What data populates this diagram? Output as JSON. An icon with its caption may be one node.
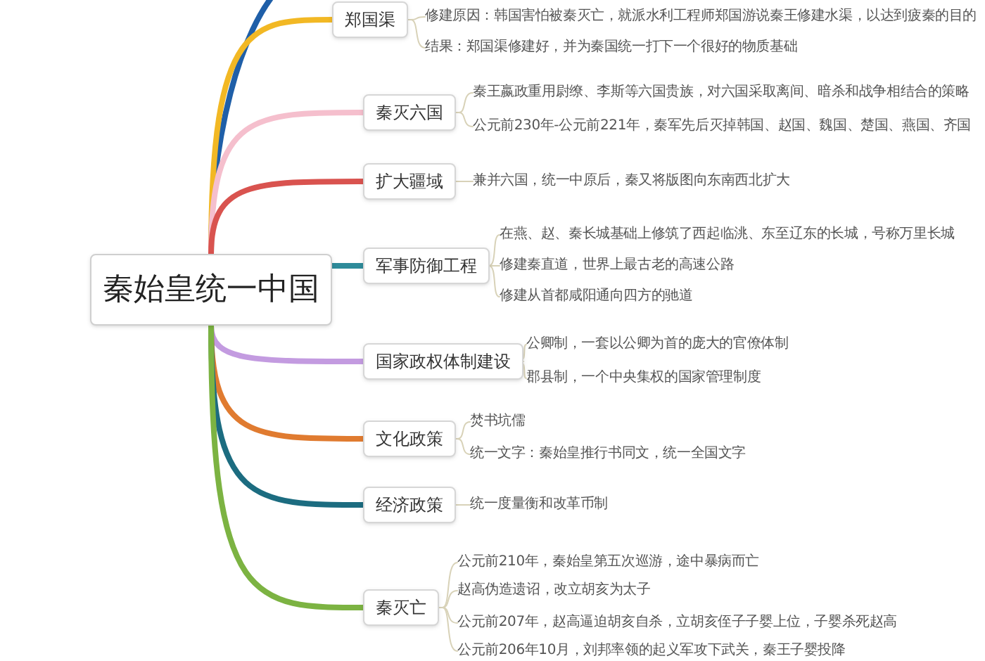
{
  "diagram": {
    "nodes": [
      {
        "text": [
          "秦始皇统一中国"
        ]
      },
      {
        "text": [
          "郑国渠"
        ]
      },
      {
        "text": [
          "修建原因：韩国害怕被秦灭亡，就派水利工程师郑国游说秦王修建水渠，以达到疲秦的目的"
        ]
      },
      {
        "text": [
          "结果：郑国渠修建好，并为秦国统一打下一个很好的物质基础"
        ]
      },
      {
        "text": [
          "秦灭六国"
        ]
      },
      {
        "text": [
          "秦王嬴政重用尉缭、李斯等六国贵族，对六国采取离间、暗杀和战争相结合的策略"
        ]
      },
      {
        "text": [
          "公元前230年-公元前221年，秦军先后灭掉韩国、赵国、魏国、楚国、燕国、齐国"
        ]
      },
      {
        "text": [
          "扩大疆域"
        ]
      },
      {
        "text": [
          "兼并六国，统一中原后，秦又将版图向东南西北扩大"
        ]
      },
      {
        "text": [
          "军事防御工程"
        ]
      },
      {
        "text": [
          "在燕、赵、秦长城基础上修筑了西起临洮、东至辽东的长城，号称万里长城"
        ]
      },
      {
        "text": [
          "修建秦直道，世界上最古老的高速公路"
        ]
      },
      {
        "text": [
          "修建从首都咸阳通向四方的驰道"
        ]
      },
      {
        "text": [
          "国家政权体制建设"
        ]
      },
      {
        "text": [
          "公卿制，一套以公卿为首的庞大的官僚体制"
        ]
      },
      {
        "text": [
          "郡县制，一个中央集权的国家管理制度"
        ]
      },
      {
        "text": [
          "文化政策"
        ]
      },
      {
        "text": [
          "焚书坑儒"
        ]
      },
      {
        "text": [
          "统一文字：秦始皇推行书同文，统一全国文字"
        ]
      },
      {
        "text": [
          "经济政策"
        ]
      },
      {
        "text": [
          "统一度量衡和改革币制"
        ]
      },
      {
        "text": [
          "秦灭亡"
        ]
      },
      {
        "text": [
          "公元前210年，秦始皇第五次巡游，途中暴病而亡"
        ]
      },
      {
        "text": [
          "赵高伪造遗诏，改立胡亥为太子"
        ]
      },
      {
        "text": [
          "公元前207年，赵高逼迫胡亥自杀，立胡亥侄子子婴上位，子婴杀死赵高"
        ]
      },
      {
        "text": [
          "公元前206年10月，刘邦率领的起义军攻下武关，秦王子婴投降"
        ]
      }
    ],
    "edges": [
      {
        "from": 0,
        "to": null,
        "arrow": "none",
        "style": "thick",
        "color": "#1f5fa8"
      },
      {
        "from": 0,
        "to": 1,
        "arrow": "none",
        "style": "thick",
        "color": "#f2b824"
      },
      {
        "from": 1,
        "to": 2,
        "arrow": "none"
      },
      {
        "from": 1,
        "to": 3,
        "arrow": "none"
      },
      {
        "from": 0,
        "to": 4,
        "arrow": "none",
        "style": "thick",
        "color": "#f5bfcd"
      },
      {
        "from": 4,
        "to": 5,
        "arrow": "none"
      },
      {
        "from": 4,
        "to": 6,
        "arrow": "none"
      },
      {
        "from": 0,
        "to": 7,
        "arrow": "none",
        "style": "thick",
        "color": "#d9534f"
      },
      {
        "from": 7,
        "to": 8,
        "arrow": "none"
      },
      {
        "from": 0,
        "to": 9,
        "arrow": "none",
        "style": "thick",
        "color": "#2e8b9a"
      },
      {
        "from": 9,
        "to": 10,
        "arrow": "none"
      },
      {
        "from": 9,
        "to": 11,
        "arrow": "none"
      },
      {
        "from": 9,
        "to": 12,
        "arrow": "none"
      },
      {
        "from": 0,
        "to": 13,
        "arrow": "none",
        "style": "thick",
        "color": "#c39be0"
      },
      {
        "from": 13,
        "to": 14,
        "arrow": "none"
      },
      {
        "from": 13,
        "to": 15,
        "arrow": "none"
      },
      {
        "from": 0,
        "to": 16,
        "arrow": "none",
        "style": "thick",
        "color": "#e07b30"
      },
      {
        "from": 16,
        "to": 17,
        "arrow": "none"
      },
      {
        "from": 16,
        "to": 18,
        "arrow": "none"
      },
      {
        "from": 0,
        "to": 19,
        "arrow": "none",
        "style": "thick",
        "color": "#1c6c80"
      },
      {
        "from": 19,
        "to": 20,
        "arrow": "none"
      },
      {
        "from": 0,
        "to": 21,
        "arrow": "none",
        "style": "thick",
        "color": "#7cb342"
      },
      {
        "from": 21,
        "to": 22,
        "arrow": "none"
      },
      {
        "from": 21,
        "to": 23,
        "arrow": "none"
      },
      {
        "from": 21,
        "to": 24,
        "arrow": "none"
      },
      {
        "from": 21,
        "to": 25,
        "arrow": "none"
      }
    ]
  }
}
